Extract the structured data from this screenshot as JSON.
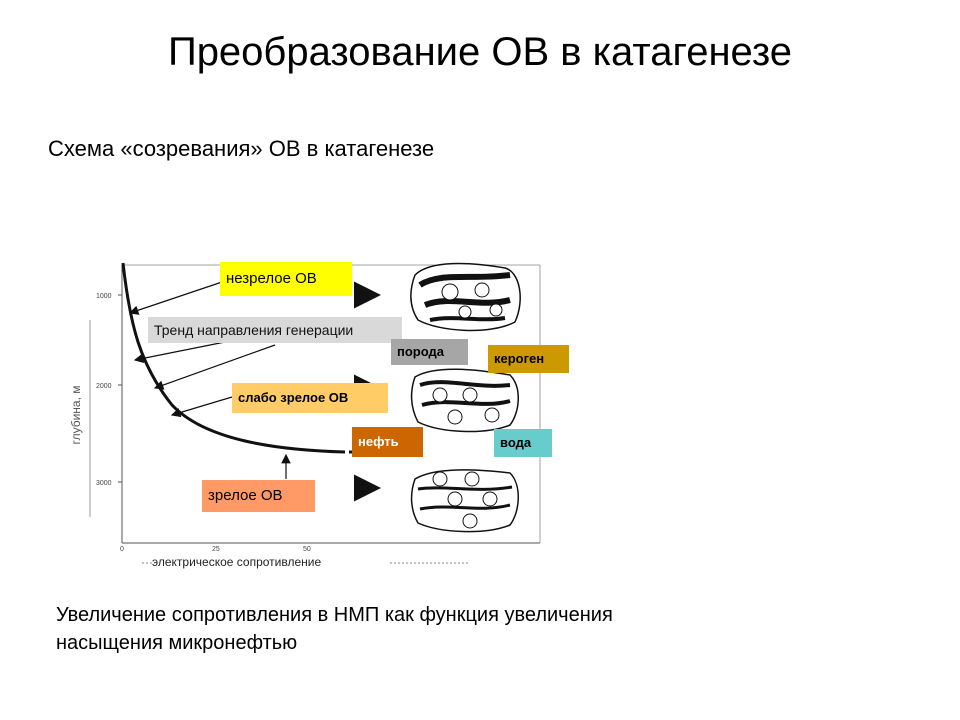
{
  "slide": {
    "title": "Преобразование ОВ в катагенезе",
    "subtitle": "Схема «созревания» ОВ в катагенезе",
    "caption_line1": "Увеличение сопротивления в НМП как функция увеличения",
    "caption_line2": "насыщения микронефтью"
  },
  "figure": {
    "y_axis_label": "глубина, м",
    "y_ticks": [
      "1000",
      "2000",
      "3000"
    ],
    "x_ticks": [
      "0",
      "25",
      "50"
    ],
    "x_axis_label": "электрическое сопротивление",
    "labels": {
      "immature": "незрелое ОВ",
      "trend": "Тренд направления генерации",
      "rock": "порода",
      "kerogen": "кероген",
      "weakly_mature": "слабо зрелое ОВ",
      "oil": "нефть",
      "water": "вода",
      "mature": "зрелое ОВ"
    },
    "colors": {
      "yellow": "#ffff00",
      "light_orange": "#ffcc66",
      "salmon": "#ff9966",
      "gray": "#a6a6a6",
      "light_gray": "#d9d9d9",
      "kerogen": "#cc9900",
      "oil": "#cc6600",
      "water": "#66cccc"
    }
  }
}
